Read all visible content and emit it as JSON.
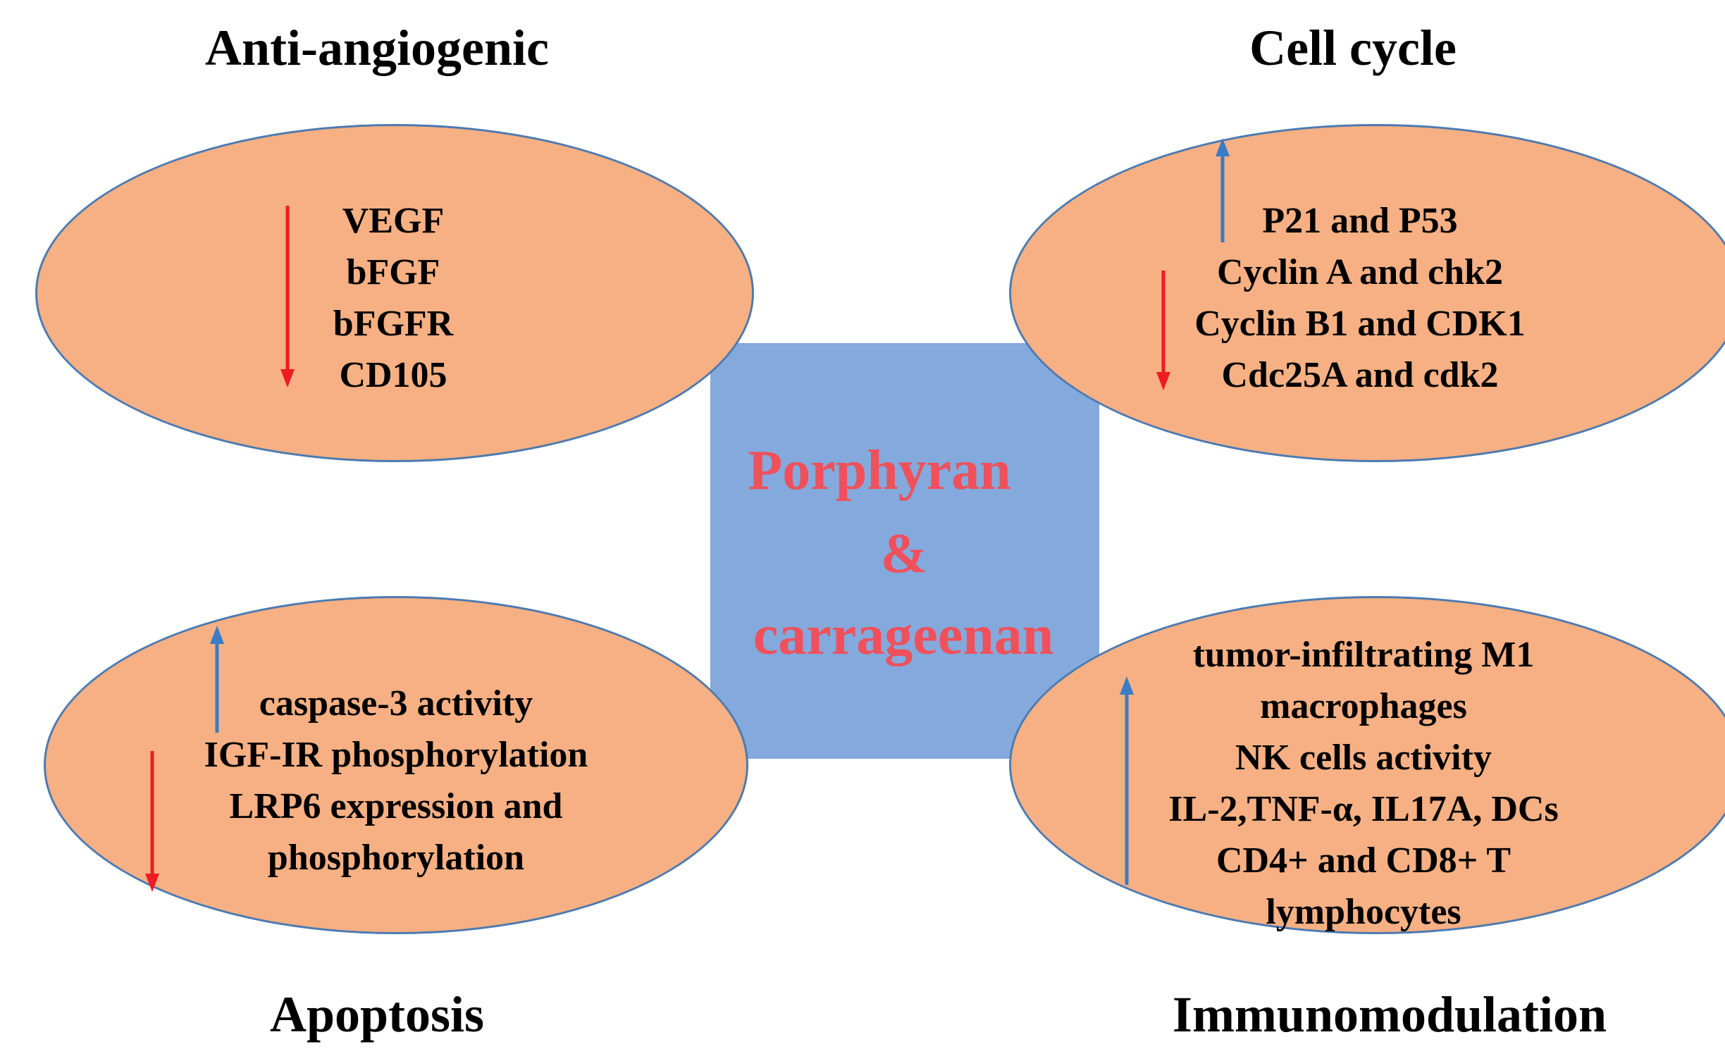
{
  "center": {
    "line1": "Porphyran",
    "line2": "&",
    "line3": "carrageenan"
  },
  "anti_angiogenic": {
    "heading": "Anti-angiogenic",
    "items": [
      "VEGF",
      "bFGF",
      "bFGFR",
      "CD105"
    ]
  },
  "cell_cycle": {
    "heading": "Cell cycle",
    "items": [
      "P21 and P53",
      "Cyclin A and chk2",
      "Cyclin B1 and CDK1",
      "Cdc25A and cdk2"
    ]
  },
  "apoptosis": {
    "heading": "Apoptosis",
    "items": [
      "caspase-3 activity",
      "IGF-IR phosphorylation",
      "LRP6 expression and",
      "phosphorylation"
    ]
  },
  "immunomodulation": {
    "heading": "Immunomodulation",
    "items": [
      "tumor-infiltrating M1",
      "macrophages",
      "NK cells activity",
      "IL-2,TNF-α, IL17A, DCs",
      "CD4+ and CD8+ T",
      "lymphocytes"
    ]
  },
  "colors": {
    "ellipse_fill": "#f6b083",
    "ellipse_border": "#4d7ab0",
    "center_box": "#84a9dc",
    "center_text": "#f0505a",
    "down_arrow": "#ee1c24",
    "up_arrow": "#3a7cc7"
  }
}
